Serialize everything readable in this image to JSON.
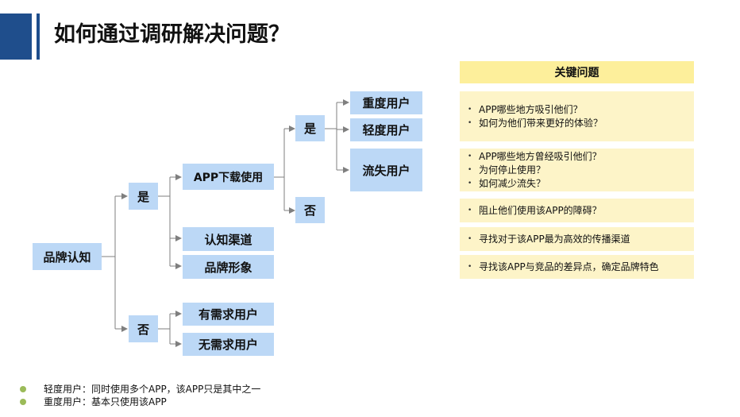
{
  "title": "如何通过调研解决问题？",
  "tree": {
    "root": "品牌认知",
    "yes": "是",
    "no": "否",
    "app_download": "APP下载使用",
    "channel": "认知渠道",
    "brand_image": "品牌形象",
    "need_user": "有需求用户",
    "no_need_user": "无需求用户",
    "app_yes": "是",
    "app_no": "否",
    "heavy_user": "重度用户",
    "light_user": "轻度用户",
    "lost_user": "流失用户"
  },
  "key_questions": {
    "header": "关键问题",
    "cards": [
      [
        "APP哪些地方吸引他们？",
        "如何为他们带来更好的体验？"
      ],
      [
        "APP哪些地方曾经吸引他们？",
        "为何停止使用？",
        "如何减少流失？"
      ],
      [
        "阻止他们使用该APP的障碍？"
      ],
      [
        "寻找对于该APP最为高效的传播渠道"
      ],
      [
        "寻找该APP与竞品的差异点，确定品牌特色"
      ]
    ]
  },
  "legend": [
    "轻度用户：同时使用多个APP，该APP只是其中之一",
    "重度用户：基本只使用该APP"
  ],
  "colors": {
    "accent": "#1f4e8c",
    "node": "#bcd8f6",
    "header": "#fdef9b",
    "card": "#fdf4c8",
    "legend_dot": "#9bbb59"
  }
}
